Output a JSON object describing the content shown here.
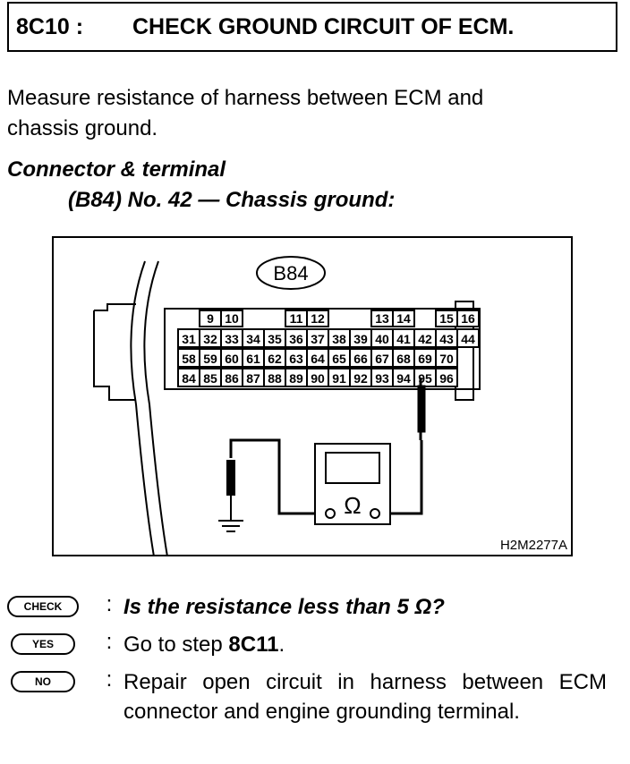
{
  "header": {
    "step": "8C10 :",
    "title": "CHECK GROUND CIRCUIT OF ECM."
  },
  "instruction": [
    "Measure resistance of harness between ECM and",
    "chassis ground."
  ],
  "connector_heading": "Connector & terminal",
  "connector_detail": "(B84) No. 42 — Chassis ground:",
  "diagram": {
    "connector_label": "B84",
    "figure_code": "H2M2277A",
    "ohm_symbol": "Ω",
    "top_row": [
      {
        "n": "9",
        "c": 1
      },
      {
        "n": "10",
        "c": 2
      },
      {
        "n": "11",
        "c": 5
      },
      {
        "n": "12",
        "c": 6
      },
      {
        "n": "13",
        "c": 9
      },
      {
        "n": "14",
        "c": 10
      },
      {
        "n": "15",
        "c": 12
      },
      {
        "n": "16",
        "c": 13
      }
    ],
    "row2": [
      "31",
      "32",
      "33",
      "34",
      "35",
      "36",
      "37",
      "38",
      "39",
      "40",
      "41",
      "42",
      "43",
      "44"
    ],
    "row3": [
      "58",
      "59",
      "60",
      "61",
      "62",
      "63",
      "64",
      "65",
      "66",
      "67",
      "68",
      "69",
      "70"
    ],
    "row4": [
      "84",
      "85",
      "86",
      "87",
      "88",
      "89",
      "90",
      "91",
      "92",
      "93",
      "94",
      "95",
      "96"
    ]
  },
  "results": [
    {
      "badge": "CHECK",
      "text": "Is the resistance less than 5 Ω?"
    },
    {
      "badge": "YES",
      "text_pre": "Go to step ",
      "text_bold": "8C11",
      "text_post": "."
    },
    {
      "badge": "NO",
      "text": "Repair open circuit in harness between ECM connector and engine grounding terminal."
    }
  ]
}
